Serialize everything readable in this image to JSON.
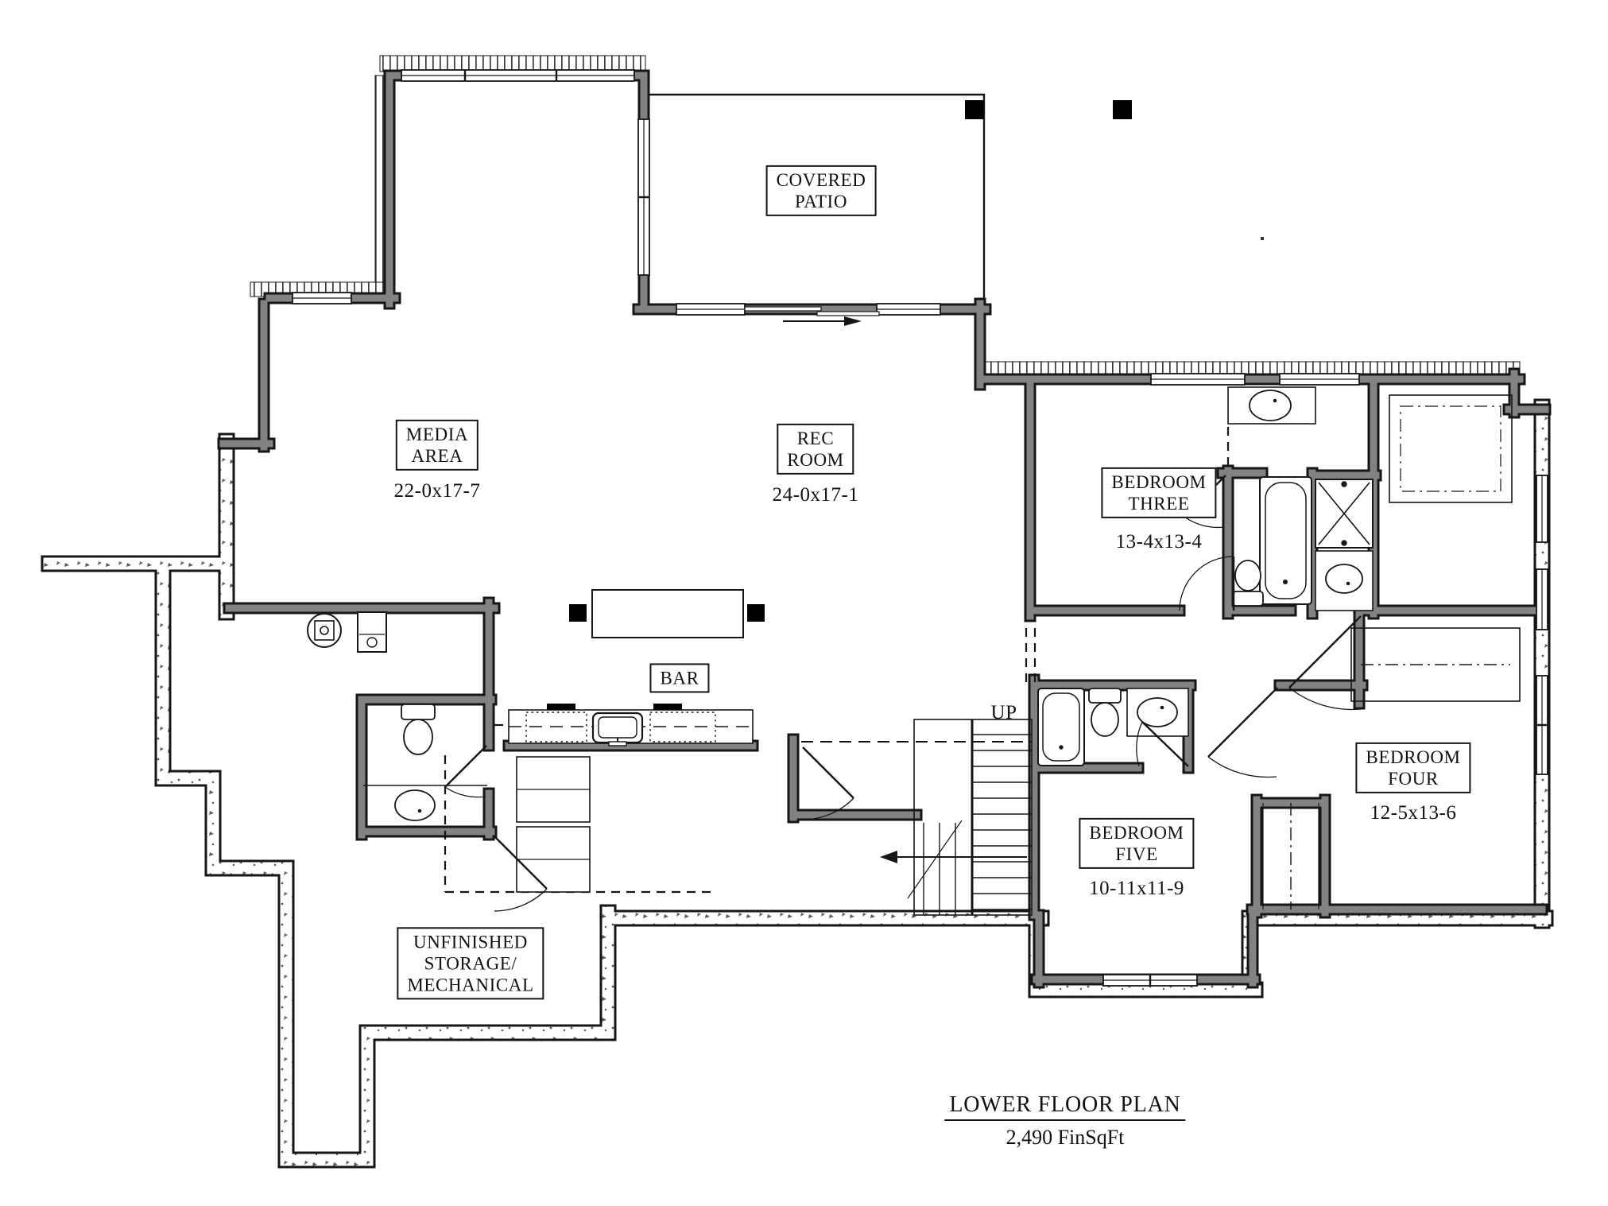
{
  "plan": {
    "title": "LOWER FLOOR PLAN",
    "subtitle": "2,490 FinSqFt",
    "stairs_label": "UP",
    "rooms": [
      {
        "id": "covered-patio",
        "lines": [
          "COVERED",
          "PATIO"
        ],
        "dim": ""
      },
      {
        "id": "media-area",
        "lines": [
          "MEDIA",
          "AREA"
        ],
        "dim": "22-0x17-7"
      },
      {
        "id": "rec-room",
        "lines": [
          "REC",
          "ROOM"
        ],
        "dim": "24-0x17-1"
      },
      {
        "id": "bedroom-three",
        "lines": [
          "BEDROOM",
          "THREE"
        ],
        "dim": "13-4x13-4"
      },
      {
        "id": "bedroom-four",
        "lines": [
          "BEDROOM",
          "FOUR"
        ],
        "dim": "12-5x13-6"
      },
      {
        "id": "bedroom-five",
        "lines": [
          "BEDROOM",
          "FIVE"
        ],
        "dim": "10-11x11-9"
      },
      {
        "id": "bar",
        "lines": [
          "BAR"
        ],
        "dim": ""
      },
      {
        "id": "unfinished-storage",
        "lines": [
          "UNFINISHED",
          "STORAGE/",
          "MECHANICAL"
        ],
        "dim": ""
      }
    ],
    "colors": {
      "wall_gray": "#828282",
      "line_black": "#161616",
      "paper": "#ffffff"
    }
  }
}
